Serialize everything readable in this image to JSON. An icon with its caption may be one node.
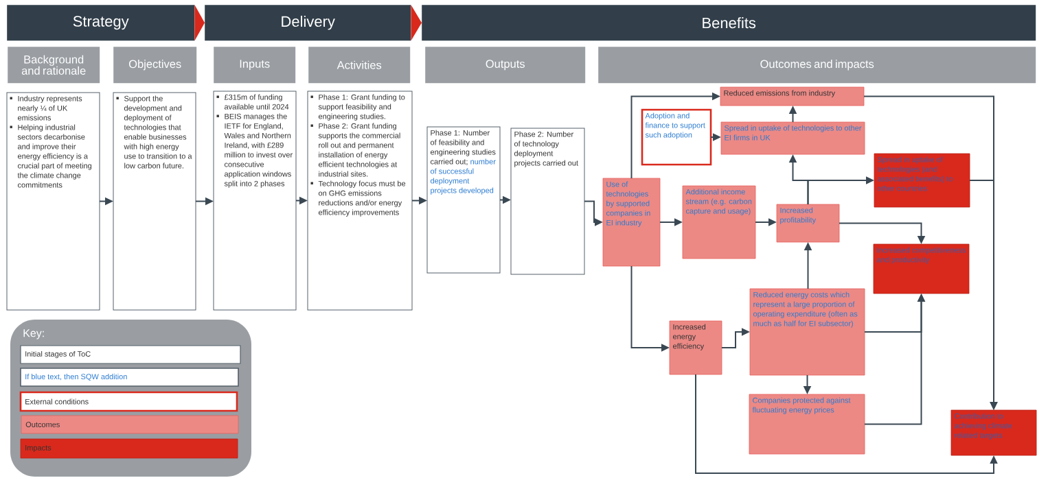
{
  "diagram": {
    "nodes": [
      {
        "text": [
          "Strategy"
        ]
      },
      {
        "text": [
          "Delivery"
        ]
      },
      {
        "text": [
          "Benefits"
        ]
      },
      {
        "text": [
          "Background and rationale"
        ]
      },
      {
        "text": [
          "Objectives"
        ]
      },
      {
        "text": [
          "Inputs"
        ]
      },
      {
        "text": [
          "Activities"
        ]
      },
      {
        "text": [
          "Outputs"
        ]
      },
      {
        "text": [
          "Outcomes and impacts"
        ]
      },
      {
        "text": [
          "Industry represents nearly ¼ of UK emissions",
          "Helping industrial sectors decarbonise and improve their energy efficiency is a crucial part of meeting the climate change commitments"
        ]
      },
      {
        "text": [
          "Support the development and deployment of technologies that enable businesses with high energy use to transition to a low carbon future."
        ]
      },
      {
        "text": [
          "£315m of funding available until 2024",
          "BEIS manages the IETF for England, Wales and Northern Ireland, with £289 million to invest over consecutive application windows split into 2 phases"
        ]
      },
      {
        "text": [
          "Phase 1: Grant funding to support feasibility and engineering studies.",
          "Phase 2: Grant funding supports the commercial roll out and permanent installation of energy efficient technologies at industrial sites.",
          "Technology focus must be on GHG emissions reductions and/or energy efficiency improvements"
        ]
      },
      {
        "text": [
          "Phase 1: Number of feasibility and engineering studies carried out;",
          "number of successful deployment projects developed"
        ]
      },
      {
        "text": [
          "Phase 2: Number of technology deployment projects carried out"
        ]
      },
      {
        "text": [
          "Use of technologies by supported companies in EI industry"
        ]
      },
      {
        "text": [
          "Reduced emissions from industry"
        ]
      },
      {
        "text": [
          "Adoption and finance to support such adoption"
        ]
      },
      {
        "text": [
          "Spread in uptake of technologies to other EI firms in UK"
        ]
      },
      {
        "text": [
          "Additional income stream (e.g. carbon capture and usage)"
        ]
      },
      {
        "text": [
          "Increased profitability"
        ]
      },
      {
        "text": [
          "Spread in uptake of technologies (and associated benefits) to other countries"
        ]
      },
      {
        "text": [
          "Increased competitiveness and productivity"
        ]
      },
      {
        "text": [
          "Increased energy efficiency"
        ]
      },
      {
        "text": [
          "Reduced energy costs which represent a large proportion of operating expenditure (often as much as half for EI subsector)"
        ]
      },
      {
        "text": [
          "Companies protected against fluctuating energy prices"
        ]
      },
      {
        "text": [
          "Contribution to achieving climate related targets"
        ]
      }
    ],
    "edges": [
      {
        "from": 9,
        "to": 10,
        "arrow": "to"
      },
      {
        "from": 10,
        "to": 11,
        "arrow": "to"
      },
      {
        "from": 11,
        "to": 12,
        "arrow": "to"
      },
      {
        "from": 12,
        "to": 13,
        "arrow": "to"
      },
      {
        "from": 13,
        "to": 14,
        "arrow": "to"
      },
      {
        "from": 14,
        "to": 15,
        "arrow": "to"
      },
      {
        "from": 15,
        "to": 16,
        "arrow": "to"
      },
      {
        "from": 15,
        "to": 23,
        "arrow": "to"
      },
      {
        "from": 15,
        "to": 19,
        "arrow": "to"
      },
      {
        "from": 19,
        "to": 20,
        "arrow": "to"
      },
      {
        "from": 17,
        "to": 18,
        "arrow": "to"
      },
      {
        "from": 18,
        "to": 16,
        "arrow": "to"
      },
      {
        "from": 20,
        "to": 18,
        "arrow": "to"
      },
      {
        "from": 20,
        "to": 21,
        "arrow": "to"
      },
      {
        "from": 20,
        "to": 22,
        "arrow": "to"
      },
      {
        "from": 23,
        "to": 24,
        "arrow": "to"
      },
      {
        "from": 24,
        "to": 20,
        "arrow": "to"
      },
      {
        "from": 24,
        "to": 22,
        "arrow": "to"
      },
      {
        "from": 25,
        "to": 22,
        "arrow": "to"
      },
      {
        "from": 24,
        "to": 25,
        "arrow": "to"
      },
      {
        "from": 23,
        "to": 26,
        "arrow": "to"
      },
      {
        "from": 16,
        "to": 26,
        "arrow": "to"
      },
      {
        "from": 21,
        "to": 26,
        "arrow": "to"
      },
      {
        "from": 0,
        "to": 1,
        "arrow": "to",
        "color": "#d9291c"
      },
      {
        "from": 1,
        "to": 2,
        "arrow": "to",
        "color": "#d9291c"
      }
    ],
    "labels": [
      "Key:"
    ],
    "legend": [
      {
        "text": "Initial stages of ToC"
      },
      {
        "text": "If blue text, then SQW addition"
      },
      {
        "text": "External conditions"
      },
      {
        "text": "Outcomes",
        "color": "#ec8985"
      },
      {
        "text": "Impacts",
        "color": "#d9291c"
      }
    ]
  }
}
